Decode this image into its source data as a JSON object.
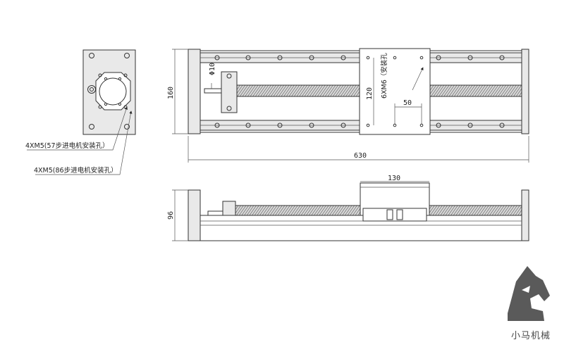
{
  "dimensions": {
    "total_length": "630",
    "width": "160",
    "height": "96",
    "carriage_width": "120",
    "carriage_length": "130",
    "hole_spacing": "50",
    "screw_diameter": "Φ10"
  },
  "notes": {
    "carriage_holes": "6XM6（安装孔",
    "motor57_holes": "4XM5(57步进电机安装孔）",
    "motor86_holes": "4XM5(86步进电机安装孔）"
  },
  "brand": {
    "name": "小马机械",
    "logo": "horse-head-logo"
  },
  "colors": {
    "line": "#333333",
    "logo": "#5a5a5a"
  }
}
